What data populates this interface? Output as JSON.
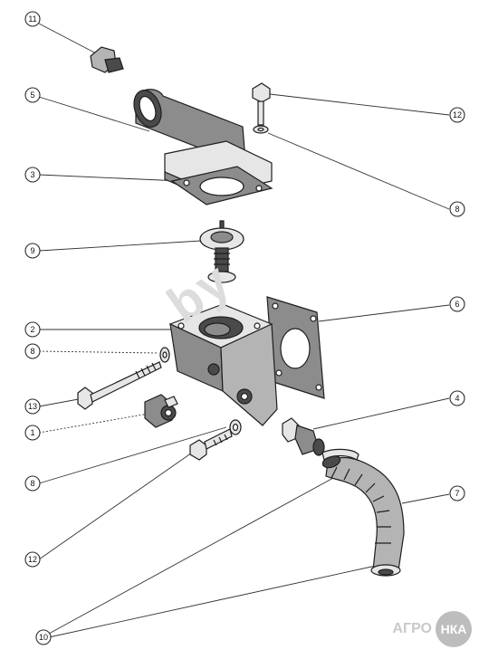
{
  "diagram": {
    "callouts": [
      {
        "id": "c11",
        "label": "11"
      },
      {
        "id": "c5",
        "label": "5"
      },
      {
        "id": "c12a",
        "label": "12"
      },
      {
        "id": "c3",
        "label": "3"
      },
      {
        "id": "c8a",
        "label": "8"
      },
      {
        "id": "c9",
        "label": "9"
      },
      {
        "id": "c6",
        "label": "6"
      },
      {
        "id": "c2",
        "label": "2"
      },
      {
        "id": "c8b",
        "label": "8"
      },
      {
        "id": "c13",
        "label": "13"
      },
      {
        "id": "c4",
        "label": "4"
      },
      {
        "id": "c1",
        "label": "1"
      },
      {
        "id": "c8c",
        "label": "8"
      },
      {
        "id": "c7",
        "label": "7"
      },
      {
        "id": "c12b",
        "label": "12"
      },
      {
        "id": "c10",
        "label": "10"
      }
    ],
    "watermark": "by",
    "brand": {
      "left": "АГРО",
      "badge": "НКА"
    }
  }
}
